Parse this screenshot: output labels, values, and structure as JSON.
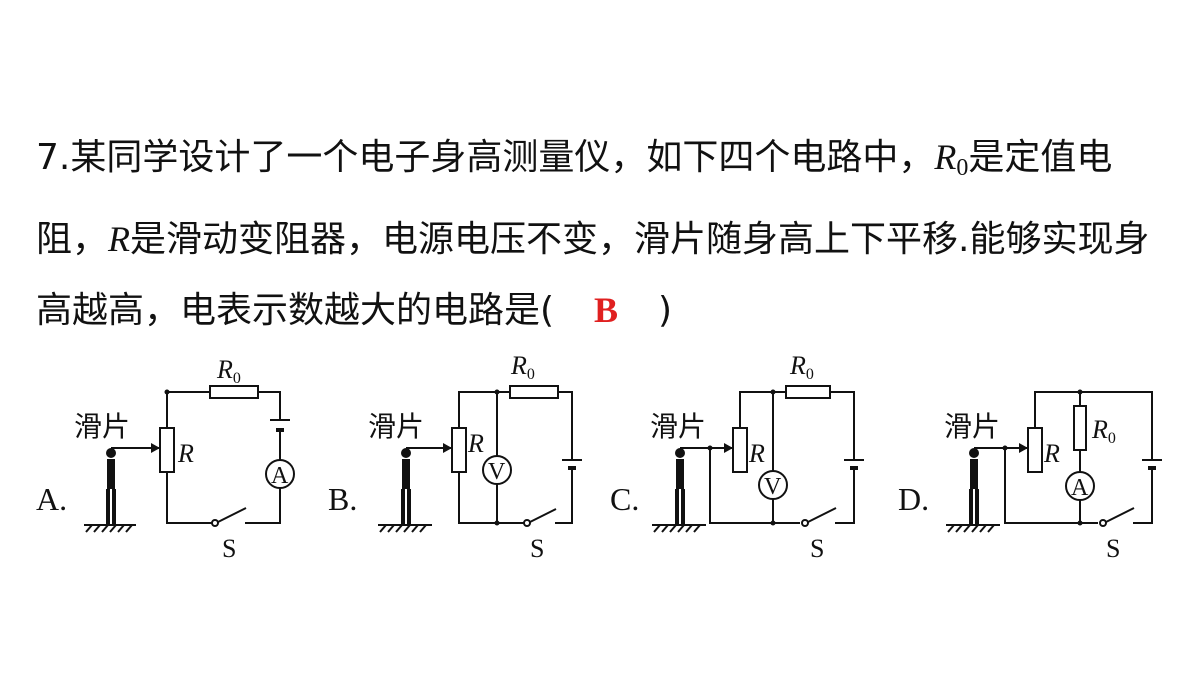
{
  "question": {
    "part1": "7.某同学设计了一个电子身高测量仪，如下四个电路中，",
    "r0_symbol": "R",
    "r0_sub": "0",
    "part2": "是定值电阻，",
    "r_symbol": "R",
    "part3": "是滑动变阻器，电源电压不变，滑片随身高上下平移.能够实现身高越高，电表示数越大的电路是(",
    "answer": "B",
    "part4": ")"
  },
  "figures": {
    "slider_label": "滑片",
    "r_label": "R",
    "r0_label": "R",
    "r0_sub": "0",
    "switch_label": "S",
    "ammeter": "A",
    "voltmeter": "V",
    "options": [
      "A.",
      "B.",
      "C.",
      "D."
    ]
  },
  "colors": {
    "answer": "#e02020",
    "text": "#111111"
  }
}
